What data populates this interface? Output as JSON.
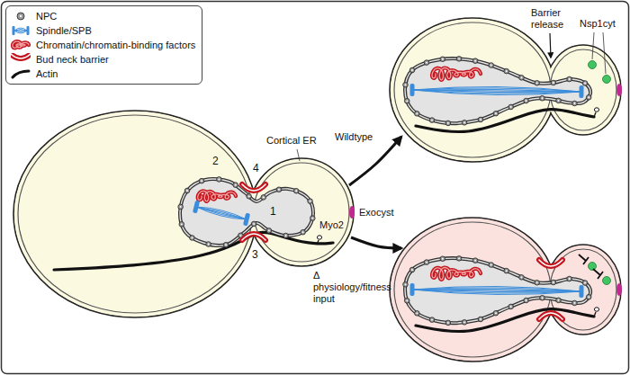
{
  "diagram": {
    "labels": [
      "2",
      "1",
      "4",
      "3",
      "Cortical ER",
      "Myo2",
      "Exocyst",
      "Wildtype",
      "Barrier release",
      "Nsp1cyt",
      "Δ physiology/fitness input"
    ],
    "legend": [
      {
        "text": "NPC"
      },
      {
        "text": "Spindle/SPB"
      },
      {
        "text": "Chromatin/chromatin-binding factors"
      },
      {
        "text": "Bud neck barrier"
      },
      {
        "text": "Actin"
      }
    ]
  }
}
